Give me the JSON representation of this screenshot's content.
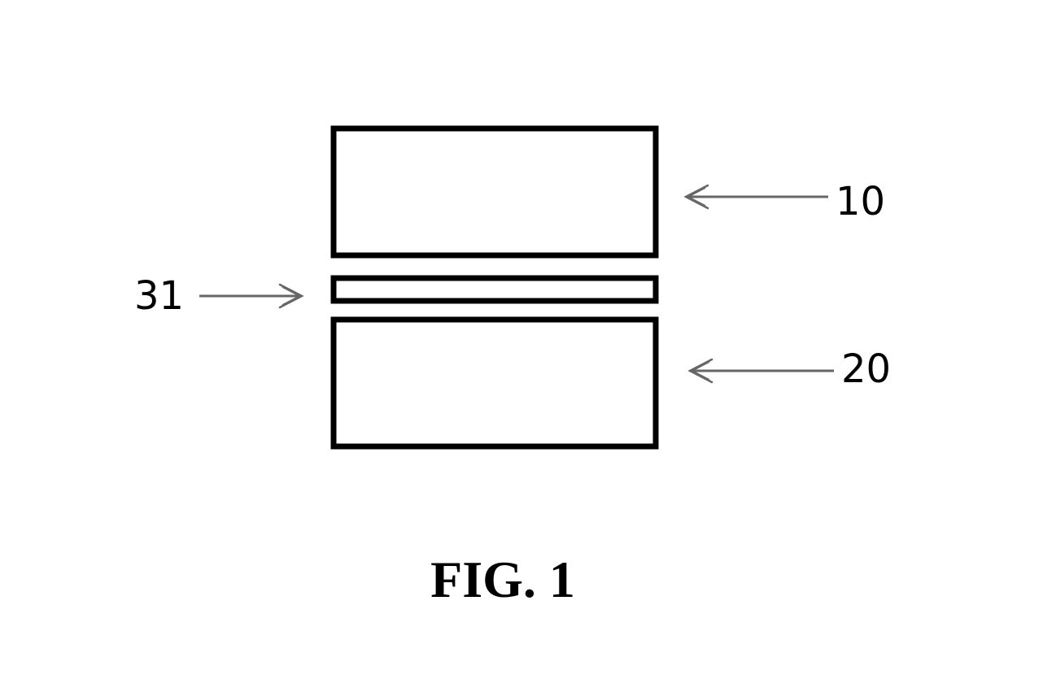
{
  "figure": {
    "caption": "FIG. 1",
    "layers": [
      {
        "id": "10",
        "label": "10"
      },
      {
        "id": "31",
        "label": "31"
      },
      {
        "id": "20",
        "label": "20"
      }
    ],
    "colors": {
      "stroke": "#000000",
      "arrow": "#666666",
      "background": "#ffffff"
    }
  }
}
